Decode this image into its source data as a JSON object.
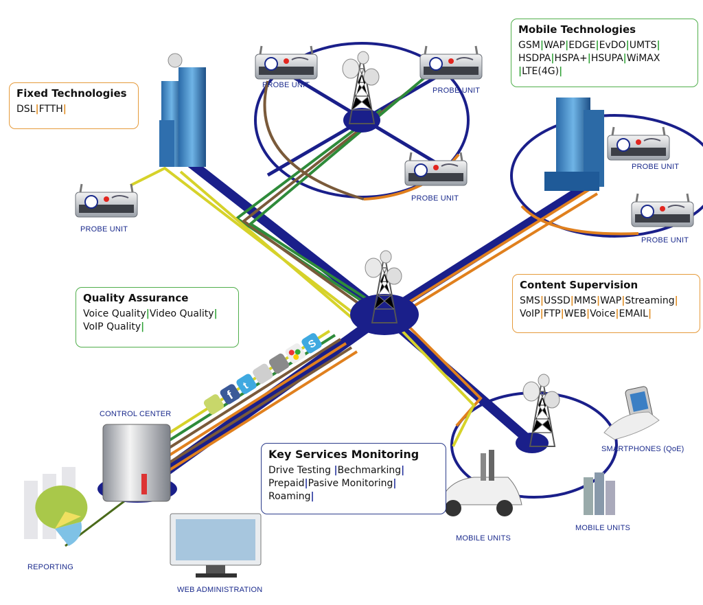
{
  "boxes": {
    "fixed": {
      "title": "Fixed Technologies",
      "lines": [
        [
          "DSL",
          "FTTH"
        ]
      ]
    },
    "mobile": {
      "title": "Mobile Technologies",
      "lines": [
        [
          "GSM",
          "WAP",
          "EDGE",
          "EvDO",
          "UMTS"
        ],
        [
          "HSDPA",
          "HSPA+",
          "HSUPA",
          "WiMAX"
        ],
        [
          "LTE(4G)"
        ]
      ],
      "line3_lead": "|"
    },
    "quality": {
      "title": "Quality Assurance",
      "lines": [
        [
          "Voice Quality",
          "Video Quality"
        ],
        [
          "VoIP Quality"
        ]
      ]
    },
    "content": {
      "title": "Content Supervision",
      "lines": [
        [
          "SMS",
          "USSD",
          "MMS",
          "WAP",
          "Streaming"
        ],
        [
          "VoIP",
          "FTP",
          "WEB",
          "Voice",
          "EMAIL"
        ]
      ]
    },
    "keyservices": {
      "title": "Key Services Monitoring",
      "lines": [
        [
          "Drive Testing ",
          "Bechmarking"
        ],
        [
          "Prepaid",
          "Pasive Monitoring"
        ],
        [
          "Roaming"
        ]
      ]
    }
  },
  "labels": {
    "probe_unit": "PROBE UNIT",
    "control_center": "CONTROL CENTER",
    "reporting": "REPORTING",
    "web_administration": "WEB ADMINISTRATION",
    "mobile_units": "MOBILE UNITS",
    "smartphones": "SMARTPHONES (QoE)"
  },
  "app_icons": [
    "android-icon",
    "facebook-icon",
    "twitter-icon",
    "blackberry-icon",
    "apple-icon",
    "google-icon",
    "skype-icon"
  ],
  "colors": {
    "trunk": "#1a1f8a",
    "green": "#2e8b3a",
    "yellow": "#d6d22a",
    "orange": "#e0801e",
    "brown": "#7a5a3a",
    "box_orange": "#e59a3a",
    "box_green": "#4fae4a",
    "box_blue": "#2a3a8a"
  }
}
